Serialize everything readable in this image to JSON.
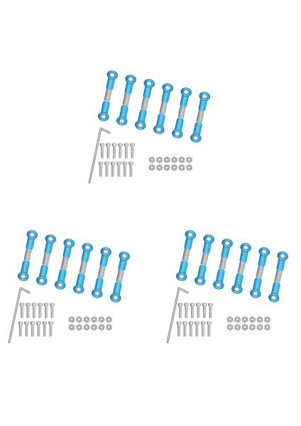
{
  "image": {
    "subject": "product-photo",
    "kit_count": 3,
    "links_per_kit": 6,
    "screws_per_kit": 12,
    "nuts_per_kit": 12,
    "hex_keys_per_kit": 1
  },
  "colors": {
    "background": "#ffffff",
    "link_blue": "#1e9fd4",
    "link_blue_dark": "#0f6f9c",
    "link_blue_light": "#6cd0f5",
    "steel": "#b9bcc0",
    "steel_dark": "#6d7176",
    "steel_light": "#e9eaec",
    "hex_key": "#8a8d92"
  },
  "icons": {
    "link": "turnbuckle-link-icon",
    "screw": "screw-icon",
    "nut": "hex-nut-icon",
    "key": "hex-key-icon"
  }
}
